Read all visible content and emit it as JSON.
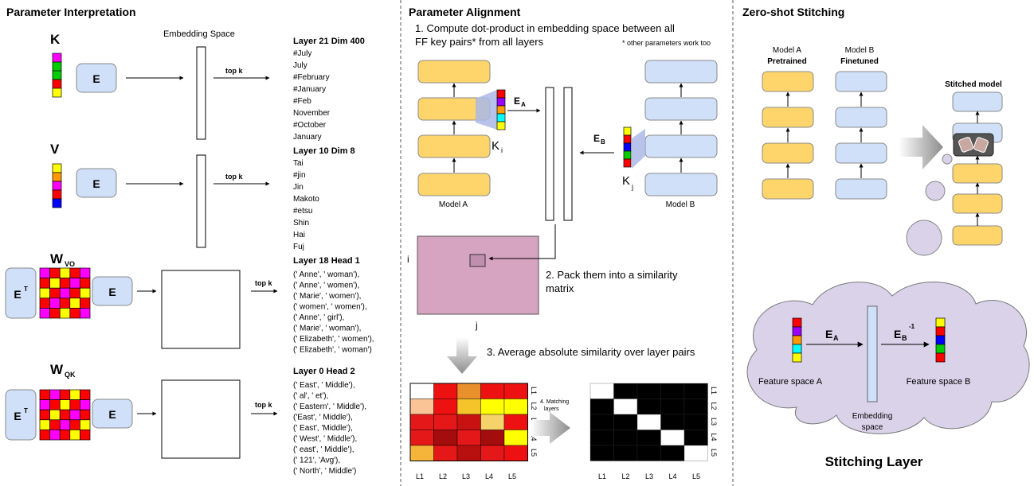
{
  "colors": {
    "block_yellow": "#fdd56a",
    "block_blue": "#cfe0f8",
    "block_stroke": "#8a8a8a",
    "similarity_matrix": "#d6a3c1",
    "cloud": "#d9d2e9",
    "palette": [
      "#ff00ff",
      "#ff0000",
      "#00cc00",
      "#ff0000",
      "#ffff00",
      "#ff9900",
      "#9900ff",
      "#00ffff",
      "#0000ff",
      "#ffff00"
    ]
  },
  "left": {
    "title": "Parameter Interpretation",
    "embedding_space": "Embedding Space",
    "topk": "top k",
    "e": "E",
    "et": "E",
    "t_sup": "T",
    "k": {
      "symbol": "K",
      "layer": "Layer 21 Dim 400",
      "tokens": [
        "#July",
        "July",
        "#February",
        "#January",
        "#Feb",
        "November",
        "#October",
        "January"
      ]
    },
    "v": {
      "symbol": "V",
      "layer": "Layer 10 Dim 8",
      "tokens": [
        "Tai",
        "#jin",
        "Jin",
        "Makoto",
        "#etsu",
        "Shin",
        "Hai",
        "Fuj"
      ]
    },
    "wvo": {
      "symbol": "W",
      "sub": "VO",
      "layer": "Layer 18 Head 1",
      "tokens": [
        "(' Anne', ' woman'),",
        "(' Anne', ' women'),",
        "(' Marie', ' women'),",
        "(' women', ' women'),",
        "(' Anne', ' girl'),",
        "(' Marie', ' woman'),",
        "(' Elizabeth', ' women'),",
        "(' Elizabeth', ' woman')"
      ]
    },
    "wqk": {
      "symbol": "W",
      "sub": "QK",
      "layer": "Layer 0 Head 2",
      "tokens": [
        "(' East', ' Middle'),",
        "(' al', ' et'),",
        "(' Eastern', ' Middle'),",
        "('East', ' Middle'),",
        "(' East', 'Middle'),",
        "(' West', ' Middle'),",
        "(' east', ' Middle'),",
        "(' 121', 'Avg'),",
        "(' North', ' Middle')"
      ]
    }
  },
  "middle": {
    "title": "Parameter Alignment",
    "step1a": "1. Compute dot-product in embedding space between all",
    "step1b": "FF key pairs* from all layers",
    "footnote": "* other parameters work too",
    "ea": "E",
    "ea_sub": "A",
    "eb": "E",
    "eb_sub": "B",
    "ki": "K",
    "ki_sub": "i",
    "kj": "K",
    "kj_sub": "j",
    "model_a": "Model A",
    "model_b": "Model B",
    "i_label": "i",
    "j_label": "j",
    "step2a": "2. Pack them into a similarity",
    "step2b": "matrix",
    "step3": "3. Average absolute similarity over layer pairs",
    "step4a": "4. Matching",
    "step4b": "layers",
    "layers": [
      "L1",
      "L2",
      "L3",
      "L4",
      "L5"
    ],
    "heatmap": [
      [
        "#ffffff",
        "#ee1111",
        "#e8902b",
        "#ee1111",
        "#ee1111"
      ],
      [
        "#fac497",
        "#ee1111",
        "#f4c42a",
        "#ffff00",
        "#ffff00"
      ],
      [
        "#e41818",
        "#e41818",
        "#c81111",
        "#f5d36a",
        "#ee1111"
      ],
      [
        "#e41818",
        "#a30d0d",
        "#e41818",
        "#a30d0d",
        "#ffff00"
      ],
      [
        "#f5b43a",
        "#e41818",
        "#b80f0f",
        "#e41818",
        "#ee1111"
      ]
    ]
  },
  "right": {
    "title": "Zero-shot Stitching",
    "model_a": "Model A",
    "pretrained": "Pretrained",
    "model_b": "Model B",
    "finetuned": "Finetuned",
    "stitched": "Stitched model",
    "ea": "E",
    "ea_sub": "A",
    "eb": "E",
    "eb_sub": "B",
    "eb_sup": "-1",
    "feature_a": "Feature space A",
    "feature_b": "Feature space B",
    "embedding_space": "Embedding",
    "embedding_space2": "space",
    "stitching_layer": "Stitching Layer"
  }
}
